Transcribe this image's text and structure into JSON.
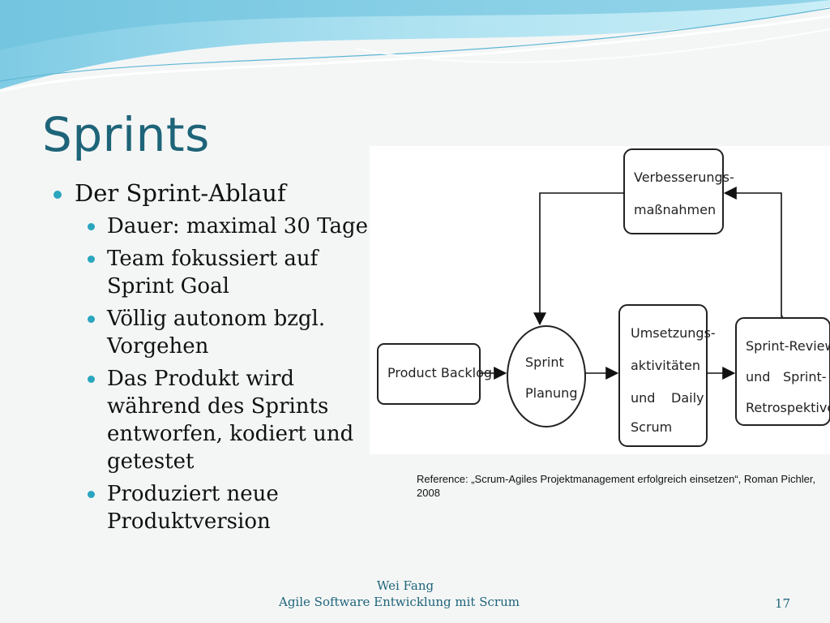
{
  "slide": {
    "title": "Sprints",
    "bullets": {
      "main": "Der Sprint-Ablauf",
      "sub": [
        "Dauer: maximal 30 Tage",
        "Team fokussiert auf Sprint Goal",
        "Völlig autonom bzgl. Vorgehen",
        "Das Produkt wird während des Sprints entworfen, kodiert und getestet",
        "Produziert neue Produktversion"
      ]
    }
  },
  "diagram": {
    "product_backlog": "Product Backlog",
    "sprint_planung_1": "Sprint",
    "sprint_planung_2": "Planung",
    "umsetzung_1": "Umsetzungs-",
    "umsetzung_2": "aktivitäten",
    "umsetzung_3a": "und",
    "umsetzung_3b": "Daily",
    "umsetzung_4": "Scrum",
    "review_1": "Sprint-Review",
    "review_2a": "und",
    "review_2b": "Sprint-",
    "review_3": "Retrospektive",
    "verbesserung_1": "Verbesserungs-",
    "verbesserung_2": "maßnahmen"
  },
  "reference": "Reference: „Scrum-Agiles Projektmanagement erfolgreich einsetzen“, Roman Pichler, 2008",
  "footer": {
    "author": "Wei Fang",
    "course": "Agile Software Entwicklung mit Scrum",
    "page": "17"
  },
  "colors": {
    "title": "#1e6479",
    "bullet": "#2ba6bf",
    "wave": "#8fd3e8"
  }
}
